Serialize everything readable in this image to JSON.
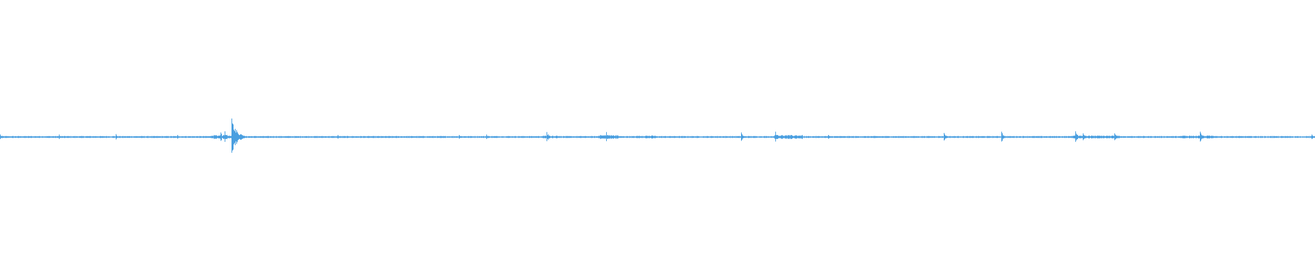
{
  "waveform": {
    "color": "#4a9fe0",
    "background": "#ffffff",
    "spikes": [
      {
        "time": 0.0,
        "amplitude": 0.06
      },
      {
        "time": 0.045,
        "amplitude": 0.06
      },
      {
        "time": 0.088,
        "amplitude": 0.07
      },
      {
        "time": 0.135,
        "amplitude": 0.05
      },
      {
        "time": 0.168,
        "amplitude": 0.11
      },
      {
        "time": 0.171,
        "amplitude": 0.14
      },
      {
        "time": 0.176,
        "amplitude": 0.45
      },
      {
        "time": 0.181,
        "amplitude": 0.09
      },
      {
        "time": 0.257,
        "amplitude": 0.05
      },
      {
        "time": 0.349,
        "amplitude": 0.05
      },
      {
        "time": 0.37,
        "amplitude": 0.06
      },
      {
        "time": 0.416,
        "amplitude": 0.12
      },
      {
        "time": 0.461,
        "amplitude": 0.12
      },
      {
        "time": 0.564,
        "amplitude": 0.11
      },
      {
        "time": 0.59,
        "amplitude": 0.13
      },
      {
        "time": 0.63,
        "amplitude": 0.05
      },
      {
        "time": 0.718,
        "amplitude": 0.1
      },
      {
        "time": 0.762,
        "amplitude": 0.13
      },
      {
        "time": 0.818,
        "amplitude": 0.14
      },
      {
        "time": 0.824,
        "amplitude": 0.09
      },
      {
        "time": 0.848,
        "amplitude": 0.09
      },
      {
        "time": 0.913,
        "amplitude": 0.13
      },
      {
        "time": 0.998,
        "amplitude": 0.06
      }
    ],
    "active_regions": [
      {
        "start": 0.16,
        "end": 0.185,
        "amplitude": 0.04
      },
      {
        "start": 0.413,
        "end": 0.425,
        "amplitude": 0.03
      },
      {
        "start": 0.455,
        "end": 0.47,
        "amplitude": 0.04
      },
      {
        "start": 0.484,
        "end": 0.498,
        "amplitude": 0.03
      },
      {
        "start": 0.588,
        "end": 0.61,
        "amplitude": 0.04
      },
      {
        "start": 0.814,
        "end": 0.852,
        "amplitude": 0.03
      },
      {
        "start": 0.898,
        "end": 0.925,
        "amplitude": 0.03
      },
      {
        "start": 0.955,
        "end": 1.0,
        "amplitude": 0.02
      }
    ]
  }
}
